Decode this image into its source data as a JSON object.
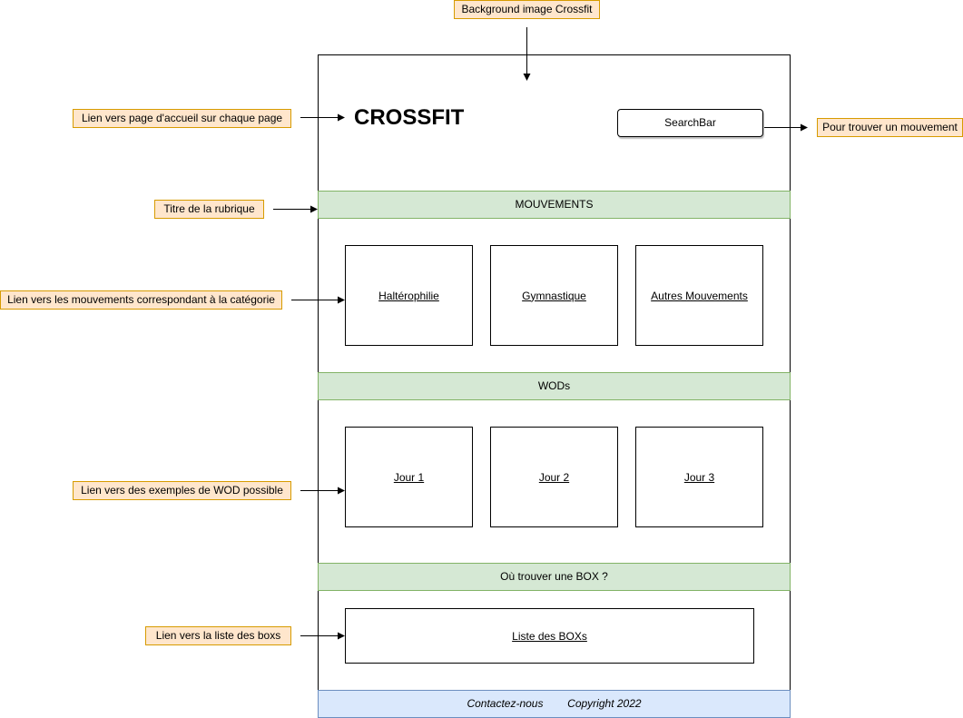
{
  "annotations": {
    "background": "Background image Crossfit",
    "home_link": "Lien vers page d'accueil sur chaque page",
    "search_hint": "Pour trouver un mouvement",
    "section_title": "Titre de la rubrique",
    "category_link": "Lien vers les mouvements correspondant à la catégorie",
    "wod_link": "Lien vers des exemples de WOD possible",
    "box_link": "Lien vers la liste des boxs"
  },
  "header": {
    "title": "CROSSFIT",
    "search_label": "SearchBar"
  },
  "sections": {
    "movements": {
      "title": "MOUVEMENTS",
      "items": [
        "Haltérophilie",
        "Gymnastique",
        "Autres Mouvements"
      ]
    },
    "wods": {
      "title": "WODs",
      "items": [
        "Jour 1",
        "Jour 2",
        "Jour 3"
      ]
    },
    "box": {
      "title": "Où trouver une BOX ?",
      "link": "Liste des BOXs"
    }
  },
  "footer": {
    "contact": "Contactez-nous",
    "copyright": "Copyright 2022"
  },
  "colors": {
    "note_fill": "#ffe6cc",
    "note_border": "#d79b00",
    "band_fill": "#d5e8d4",
    "band_border": "#82b366",
    "footer_fill": "#dae8fc",
    "footer_border": "#6c8ebf"
  }
}
